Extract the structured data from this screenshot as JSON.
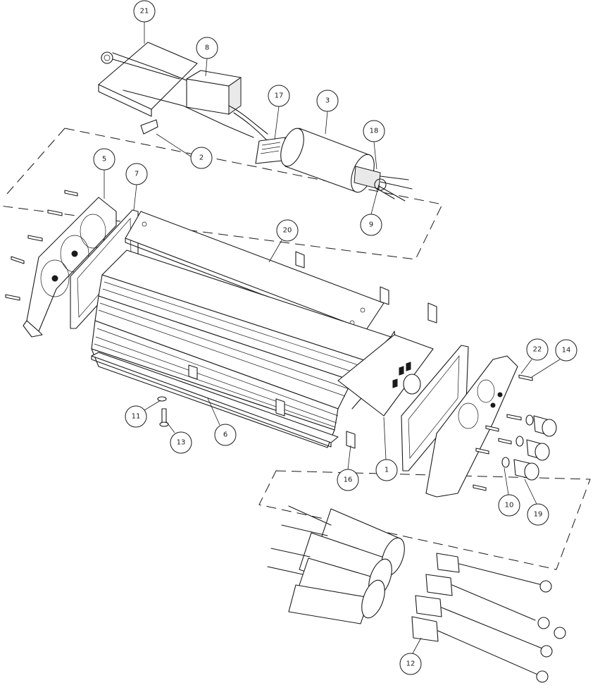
{
  "drawing": {
    "type": "exploded-assembly-view",
    "part_callouts": [
      "21",
      "8",
      "17",
      "3",
      "18",
      "2",
      "9",
      "5",
      "7",
      "20",
      "22",
      "14",
      "11",
      "13",
      "6",
      "1",
      "16",
      "10",
      "19",
      "12"
    ]
  }
}
